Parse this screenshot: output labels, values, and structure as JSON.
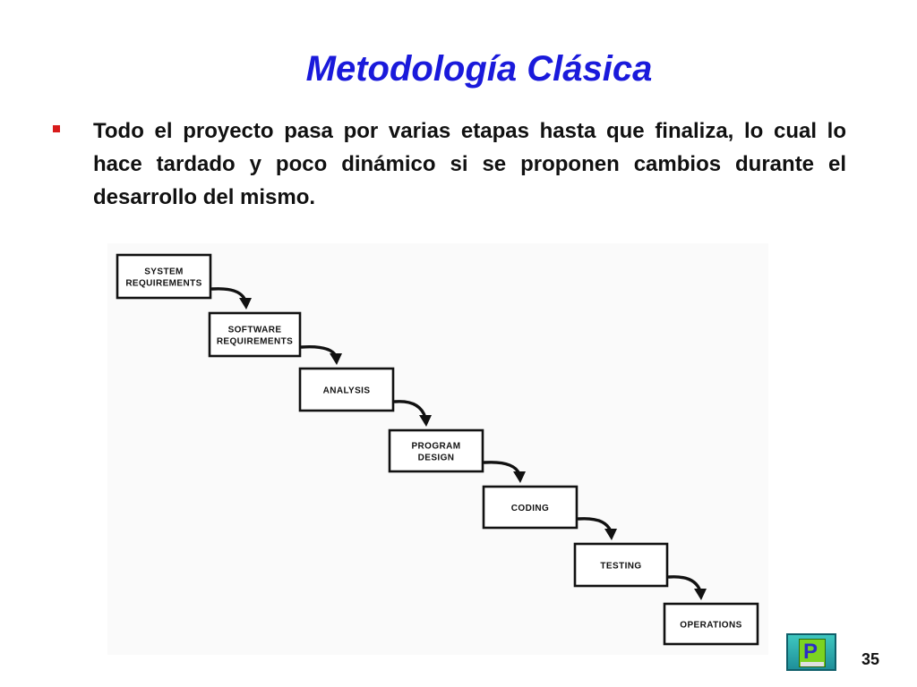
{
  "slide": {
    "title": "Metodología Clásica",
    "bullet": "Todo el proyecto pasa por varias etapas hasta que finaliza, lo cual lo hace tardado y poco dinámico si se proponen cambios durante el desarrollo del mismo.",
    "page_number": "35"
  },
  "diagram": {
    "stages": [
      [
        "SYSTEM",
        "REQUIREMENTS"
      ],
      [
        "SOFTWARE",
        "REQUIREMENTS"
      ],
      [
        "ANALYSIS"
      ],
      [
        "PROGRAM",
        "DESIGN"
      ],
      [
        "CODING"
      ],
      [
        "TESTING"
      ],
      [
        "OPERATIONS"
      ]
    ]
  },
  "colors": {
    "title": "#1a1adb",
    "bullet_marker": "#d81b1b",
    "text": "#111111"
  },
  "icons": {
    "bullet": "square-bullet-icon",
    "logo": "logo-icon"
  }
}
